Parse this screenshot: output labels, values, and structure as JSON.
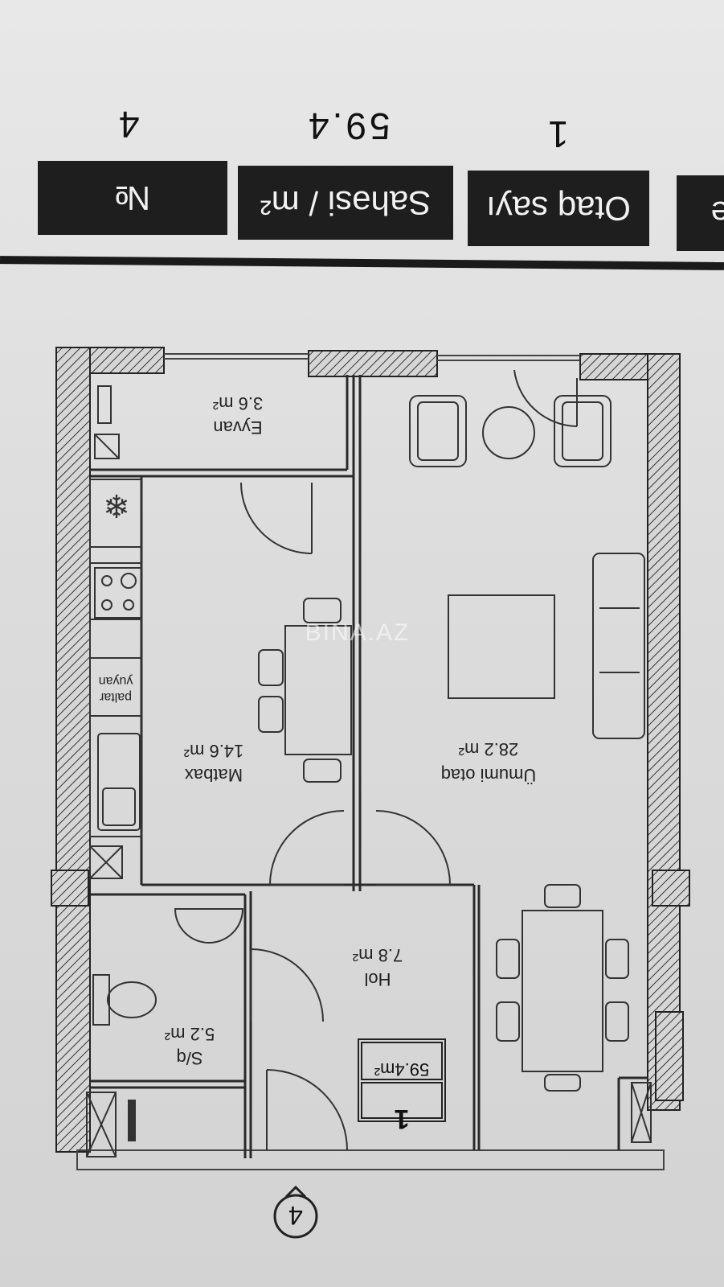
{
  "table": {
    "headers": {
      "number": "№",
      "area": "Sahəsi / m²",
      "rooms": "Otaq sayı",
      "cut": "e"
    },
    "values": {
      "number": "4",
      "area": "59.4",
      "rooms": "1"
    }
  },
  "plan": {
    "rooms": [
      {
        "name": "Ümumi otaq",
        "area": "28.2 m²"
      },
      {
        "name": "Matbax",
        "area": "14.6 m²"
      },
      {
        "name": "Eyvan",
        "area": "3.6 m²"
      },
      {
        "name": "Hol",
        "area": "7.8 m²"
      },
      {
        "name": "S/q",
        "area": "5.2 m²"
      }
    ],
    "closet_label_line1": "paltar",
    "closet_label_line2": "yuyan",
    "badge_total_area": "59.4m²",
    "badge_rooms": "1",
    "apartment_marker": "4",
    "watermark": "BINA.AZ"
  },
  "colors": {
    "header_bg": "#1e1e1e",
    "wall_hatch": "#333333",
    "line": "#2a2a2a"
  }
}
